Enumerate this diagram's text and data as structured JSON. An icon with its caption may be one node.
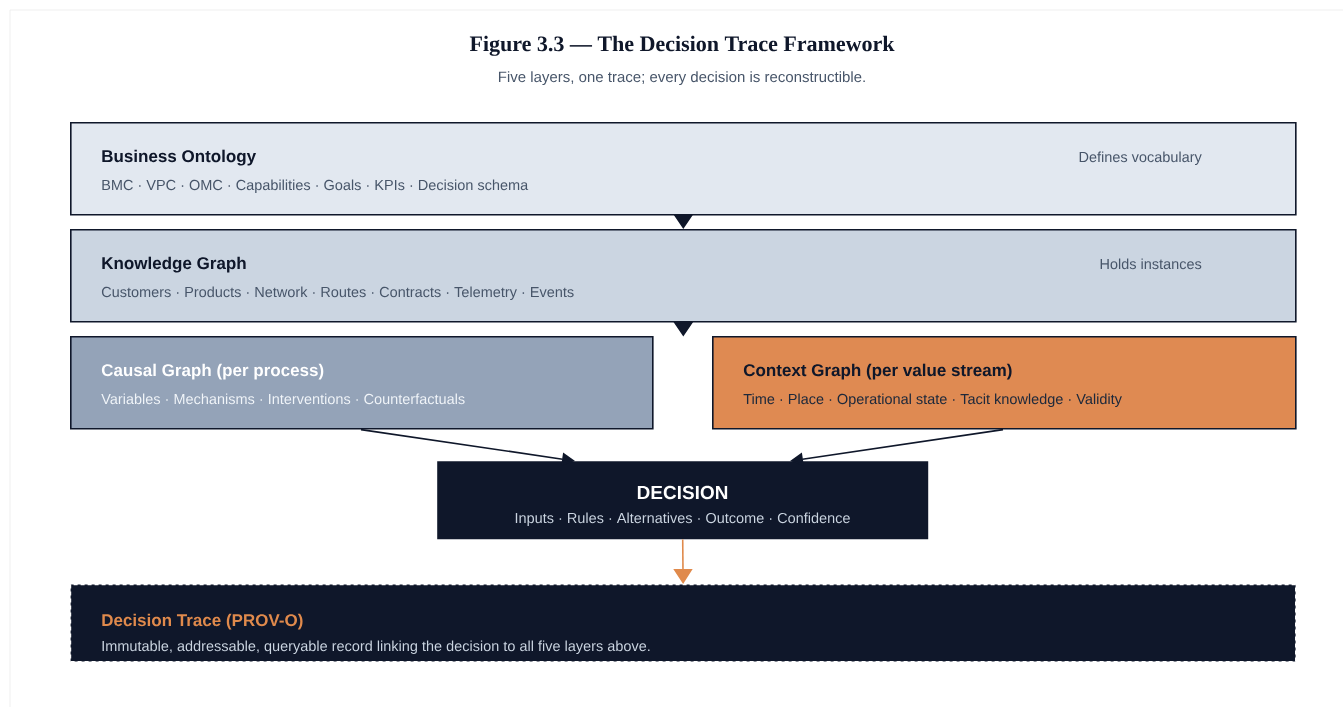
{
  "diagram": {
    "title": "Figure 3.3 — The Decision Trace Framework",
    "caption": "Five layers, one trace; every decision is reconstructible.",
    "nodes": [
      {
        "text": [
          "Business Ontology",
          "BMC · VPC · OMC · Capabilities · Goals · KPIs · Decision schema",
          "Defines vocabulary"
        ]
      },
      {
        "text": [
          "Knowledge Graph",
          "Customers · Products · Network · Routes · Contracts · Telemetry · Events",
          "Holds instances"
        ]
      },
      {
        "text": [
          "Causal Graph (per process)",
          "Variables · Mechanisms · Interventions · Counterfactuals"
        ]
      },
      {
        "text": [
          "Context Graph (per value stream)",
          "Time · Place · Operational state · Tacit knowledge · Validity"
        ]
      },
      {
        "text": [
          "DECISION",
          "Inputs · Rules · Alternatives · Outcome · Confidence"
        ]
      },
      {
        "text": [
          "Decision Trace (PROV-O)",
          "Immutable, addressable, queryable record linking the decision to all five layers above."
        ]
      }
    ],
    "edges": [
      {
        "from": 0,
        "to": 1,
        "arrow": "to"
      },
      {
        "from": 1,
        "to": null,
        "arrow": "to"
      },
      {
        "from": 2,
        "to": 4,
        "arrow": "to"
      },
      {
        "from": 3,
        "to": 4,
        "arrow": "to"
      },
      {
        "from": 4,
        "to": 5,
        "arrow": "to",
        "color": "#e08a4c"
      }
    ]
  }
}
